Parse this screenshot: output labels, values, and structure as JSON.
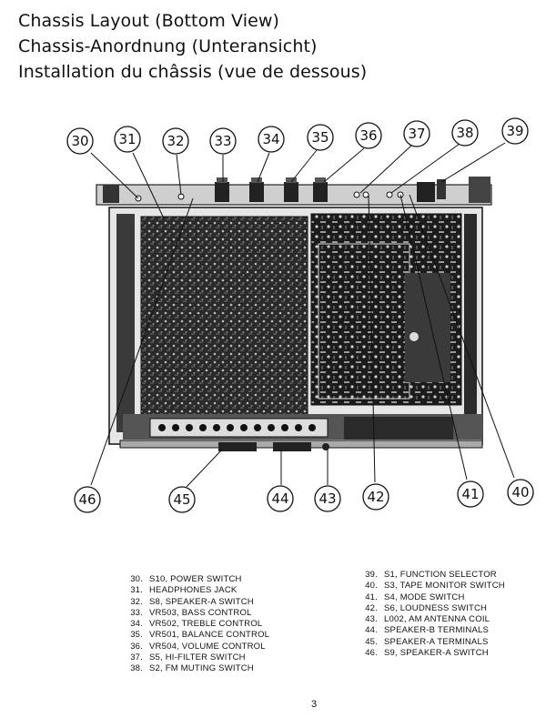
{
  "titles": [
    "Chassis Layout (Bottom View)",
    "Chassis-Anordnung (Unteransicht)",
    "Installation du châssis (vue de dessous)"
  ],
  "callouts_top": [
    "30",
    "31",
    "32",
    "33",
    "34",
    "35",
    "36",
    "37",
    "38",
    "39"
  ],
  "callouts_bottom": [
    "46",
    "45",
    "44",
    "43",
    "42",
    "41",
    "40"
  ],
  "legend_left": [
    {
      "num": "30.",
      "text": "S10, POWER SWITCH"
    },
    {
      "num": "31.",
      "text": "HEADPHONES JACK"
    },
    {
      "num": "32.",
      "text": "S8, SPEAKER-A SWITCH"
    },
    {
      "num": "33.",
      "text": "VR503, BASS CONTROL"
    },
    {
      "num": "34.",
      "text": "VR502, TREBLE CONTROL"
    },
    {
      "num": "35.",
      "text": "VR501, BALANCE CONTROL"
    },
    {
      "num": "36.",
      "text": "VR504, VOLUME CONTROL"
    },
    {
      "num": "37.",
      "text": "S5, HI-FILTER SWITCH"
    },
    {
      "num": "38.",
      "text": "S2, FM MUTING SWITCH"
    }
  ],
  "legend_right": [
    {
      "num": "39.",
      "text": "S1, FUNCTION SELECTOR"
    },
    {
      "num": "40.",
      "text": "S3, TAPE MONITOR SWITCH"
    },
    {
      "num": "41.",
      "text": "S4, MODE SWITCH"
    },
    {
      "num": "42.",
      "text": "S6, LOUDNESS SWITCH"
    },
    {
      "num": "43.",
      "text": "L002, AM ANTENNA COIL"
    },
    {
      "num": "44.",
      "text": "SPEAKER-B TERMINALS"
    },
    {
      "num": "45.",
      "text": "SPEAKER-A TERMINALS"
    },
    {
      "num": "46.",
      "text": "S9, SPEAKER-A SWITCH"
    }
  ],
  "page_number": "3"
}
